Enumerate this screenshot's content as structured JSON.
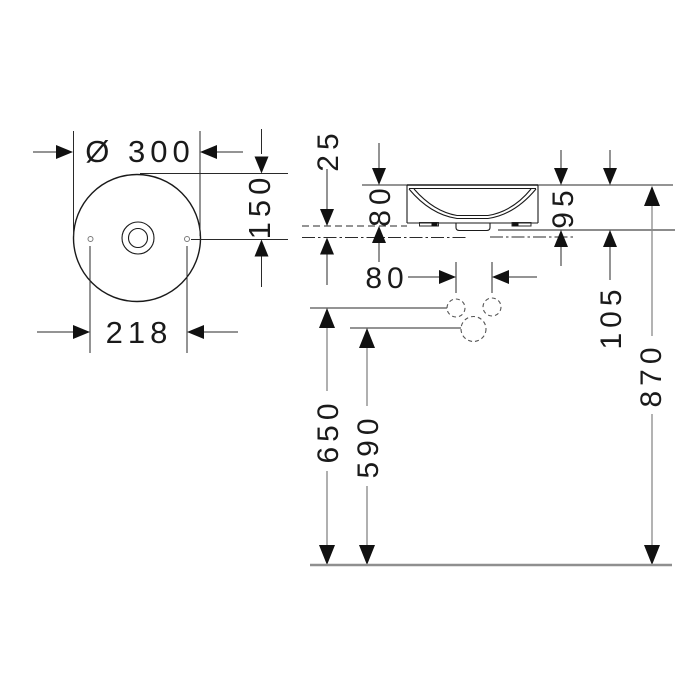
{
  "page": {
    "background": "#ffffff"
  },
  "colors": {
    "line": "#1a1a1a",
    "soft_gray": "#8a8a8a",
    "text": "#1a1a1a"
  },
  "top_view": {
    "description": "washbasin top view",
    "dims": {
      "diameter": "Ø 300",
      "hole_spacing": "218",
      "center_offset": "150"
    }
  },
  "front_view": {
    "description": "washbasin front elevation",
    "dims": {
      "counter_thickness": "25",
      "basin_above_counter": "80",
      "rim_to_counter_top": "95",
      "rim_to_counter_bottom": "105",
      "supply_spacing": "80",
      "supply_height": "650",
      "drain_height": "590",
      "rim_height": "870"
    }
  }
}
